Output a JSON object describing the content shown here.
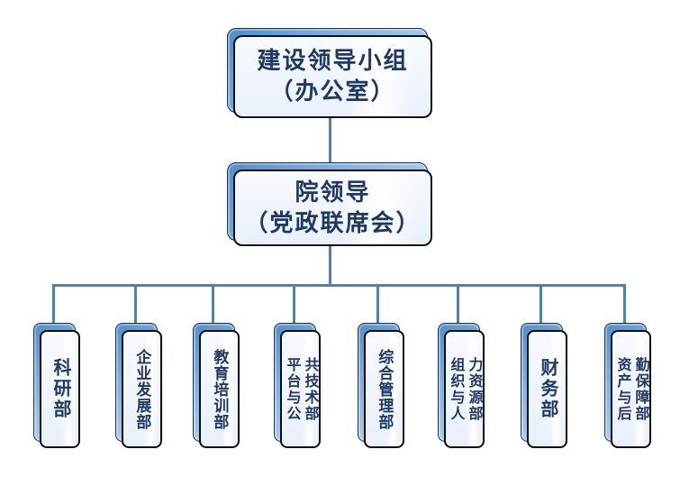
{
  "diagram": {
    "type": "org-chart",
    "root": {
      "label": "建设领导小组\n（办公室）"
    },
    "leader": {
      "label": "院领导\n（党政联席会）"
    },
    "departments": [
      {
        "label": "科研部"
      },
      {
        "label": "企业发展部"
      },
      {
        "label": "教育培训部"
      },
      {
        "label": "平台与公\n共技术部"
      },
      {
        "label": "综合管理部"
      },
      {
        "label": "组织与人\n力资源部"
      },
      {
        "label": "财务部"
      },
      {
        "label": "资产与后\n勤保障部"
      }
    ]
  },
  "colors": {
    "connector": "#4f81ad",
    "node_back_fill_top": "#4e8ecb",
    "node_back_fill_bottom": "#c4dbf2",
    "node_front_fill": "#edf3fb",
    "node_border": "#0d0d0d",
    "text": "#1f3864",
    "background": "#ffffff"
  }
}
